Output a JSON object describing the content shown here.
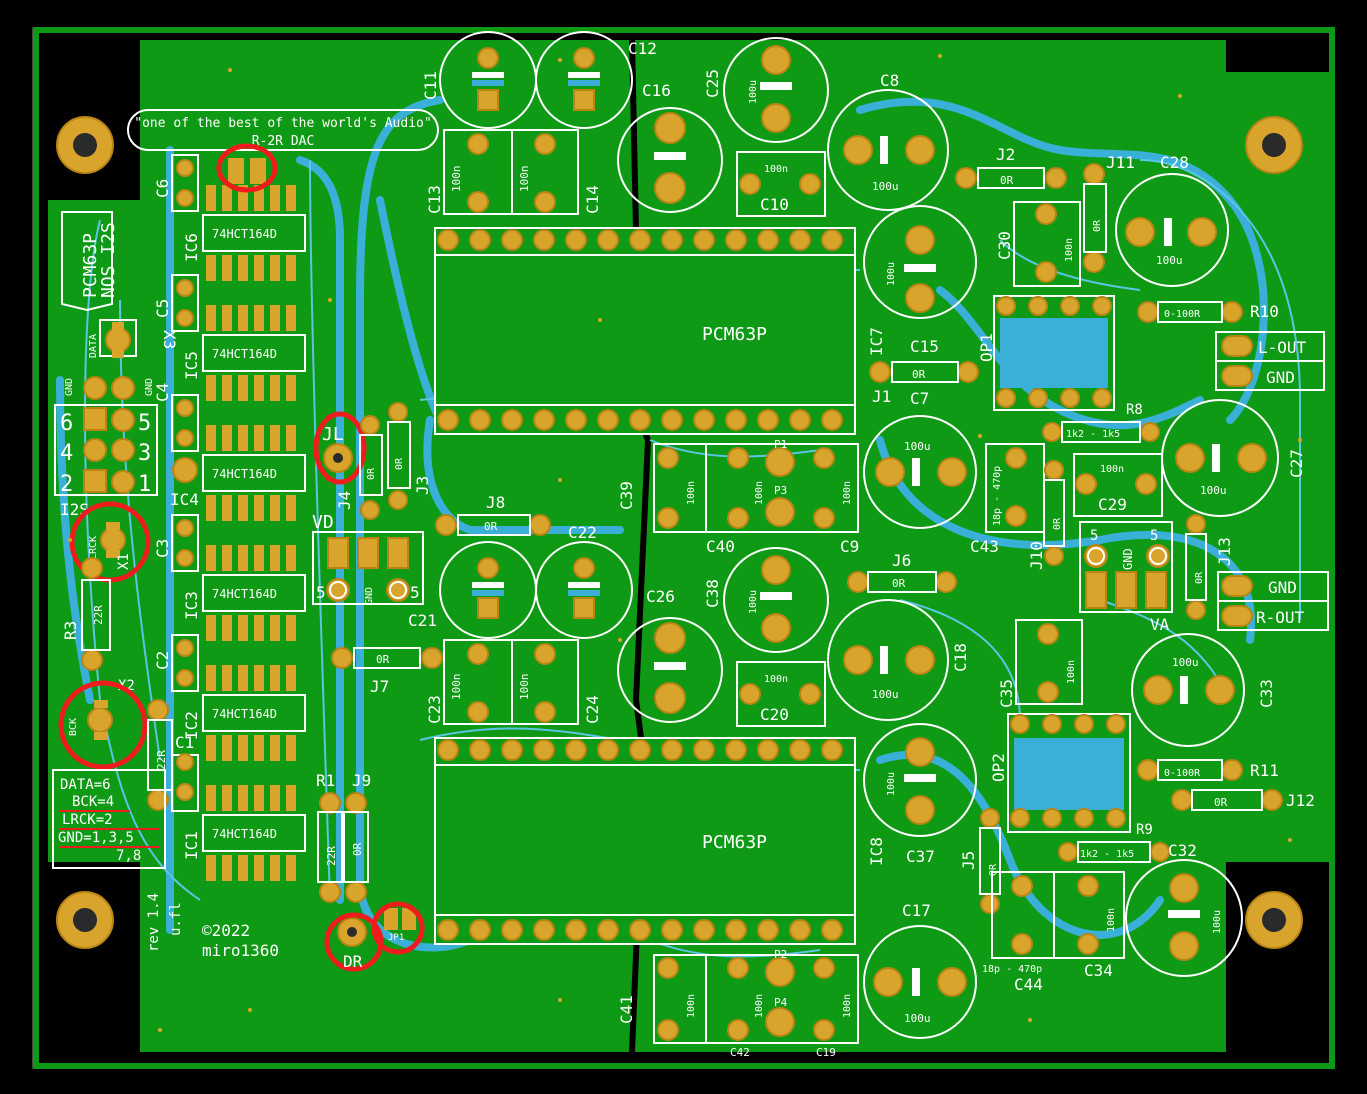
{
  "colors": {
    "board": "#0e9a14",
    "copper": "#3ab0d8",
    "pad": "#d8a42c",
    "silk": "#ffffff",
    "marker": "#ee1c1c"
  },
  "board": {
    "slogan": "\"one of the best of the world's Audio\"",
    "subtitle": "R-2R DAC",
    "side_title_1": "PCM63P",
    "side_title_2": "NOS I2S",
    "copyright": "©2022",
    "author": "miro1360",
    "rev": "rev 1.4",
    "ufl": "u.fl",
    "pin_legend": [
      "DATA=6",
      "BCK=4",
      "LRCK=2",
      "GND=1,3,5",
      "7,8"
    ]
  },
  "chips": [
    {
      "ref": "IC6",
      "part": "74HCT164D"
    },
    {
      "ref": "IC5",
      "part": "74HCT164D"
    },
    {
      "ref": "IC4",
      "part": "74HCT164D"
    },
    {
      "ref": "IC3",
      "part": "74HCT164D"
    },
    {
      "ref": "IC2",
      "part": "74HCT164D"
    },
    {
      "ref": "IC1",
      "part": "74HCT164D"
    },
    {
      "ref": "IC7",
      "part": "PCM63P"
    },
    {
      "ref": "IC8",
      "part": "PCM63P"
    }
  ],
  "labels": {
    "C11": "C11",
    "C12": "C12",
    "C16": "C16",
    "C25": "C25",
    "C8": "C8",
    "C13": "C13",
    "C14": "C14",
    "C10": "C10",
    "C6": "C6",
    "C5": "C5",
    "C4": "C4",
    "C3": "C3",
    "C2": "C2",
    "C1": "C1",
    "J2": "J2",
    "J11": "J11",
    "C28": "C28",
    "C30": "C30",
    "R10": "R10",
    "LOUT": "L-OUT",
    "GND_L": "GND",
    "C15": "C15",
    "OP1": "OP1",
    "J1": "J1",
    "C7": "C7",
    "R8": "R8",
    "C27": "C27",
    "C29": "C29",
    "C43": "C43",
    "J10": "J10",
    "J13": "J13",
    "X3": "X3",
    "DATA": "DATA",
    "GND_X": "GND",
    "I2S": "I2S",
    "LRCK": "LRCK",
    "X1": "X1",
    "R3": "R3",
    "X2": "X2",
    "BCK": "BCK",
    "JL": "JL",
    "J3": "J3",
    "J4": "J4",
    "VD": "VD",
    "J8": "J8",
    "C22": "C22",
    "C21": "C21",
    "C39": "C39",
    "C40": "C40",
    "C9": "C9",
    "P1": "P1",
    "P3": "P3",
    "C26": "C26",
    "C38": "C38",
    "J6": "J6",
    "C18": "C18",
    "VA": "VA",
    "GND_R": "GND",
    "ROUT": "R-OUT",
    "J7": "J7",
    "C23": "C23",
    "C24": "C24",
    "C20": "C20",
    "C35": "C35",
    "C33": "C33",
    "R1": "R1",
    "J9": "J9",
    "OP2": "OP2",
    "R11": "R11",
    "J12": "J12",
    "C37": "C37",
    "J5": "J5",
    "R9": "R9",
    "C32": "C32",
    "DR": "DR",
    "JP1": "JP1",
    "C17": "C17",
    "C44": "C44",
    "C34": "C34",
    "C41": "C41",
    "C42": "C42",
    "C19": "C19",
    "P2": "P2",
    "P4": "P4"
  },
  "values": {
    "cap100u": "100u",
    "cap100n": "100n",
    "r0R": "0R",
    "r22R": "22R",
    "r0_100R": "0-100R",
    "r1k2_1k5": "1k2 - 1k5",
    "c18p_470p": "18p - 470p",
    "pin1": "1",
    "pin2": "2",
    "pin3": "3",
    "pin4": "4",
    "pin5": "5",
    "pin6": "6",
    "pinS": "5",
    "gnd": "GND"
  }
}
